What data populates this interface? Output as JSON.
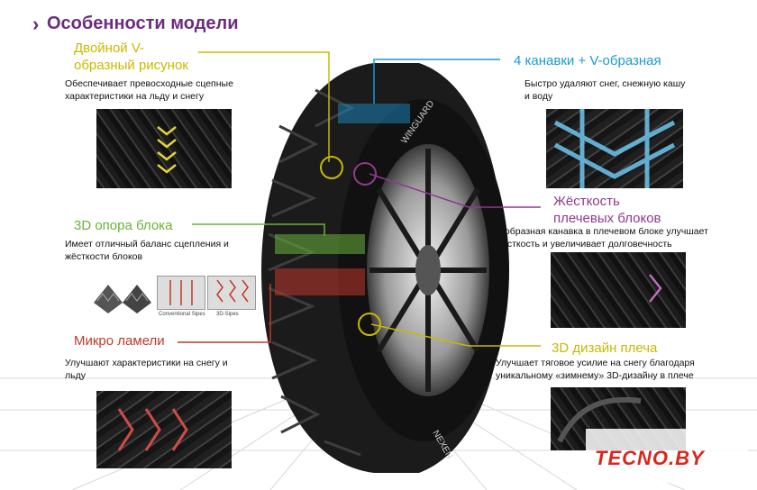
{
  "header": {
    "arrow": "›",
    "title": "Особенности модели"
  },
  "features": {
    "v_pattern": {
      "title_line1": "Двойной V-",
      "title_line2": "образный рисунок",
      "desc_line1": "Обеспечивает превосходные сцепные",
      "desc_line2": "характеристики на льду и снегу",
      "color": "#c9b800"
    },
    "grooves": {
      "title": "4 канавки + V-образная",
      "desc_line1": "Быстро удаляют снег, снежную кашу",
      "desc_line2": "и воду",
      "color": "#1a9ad6"
    },
    "block_support": {
      "title": "3D опора блока",
      "desc_line1": "Имеет отличный баланс сцепления и",
      "desc_line2": "жёсткости блоков",
      "color": "#69b33a",
      "sipe_captions": [
        "Conventional Sipes",
        "3D-Sipes"
      ]
    },
    "shoulder_stiffness": {
      "title_line1": "Жёсткость",
      "title_line2": "плечевых блоков",
      "desc_line1": "V-образная канавка в плечевом блоке улучшает",
      "desc_line2": "жёсткость и увеличивает долговечность",
      "color": "#8e3b8c"
    },
    "micro_sipes": {
      "title": "Микро ламели",
      "desc_line1": "Улучшают характеристики на снегу и",
      "desc_line2": "льду",
      "color": "#c0392b"
    },
    "shoulder_3d": {
      "title": "3D дизайн плеча",
      "desc_line1": "Улучшает тяговое усилие на снегу благодаря",
      "desc_line2": "уникальному «зимнему» 3D-дизайну в плече",
      "color": "#c9b800"
    }
  },
  "tire": {
    "sidewall_text": "WINGUARD",
    "brand": "NEXEN"
  },
  "watermark": {
    "text": "TECNO.BY",
    "color": "#d8261c"
  }
}
